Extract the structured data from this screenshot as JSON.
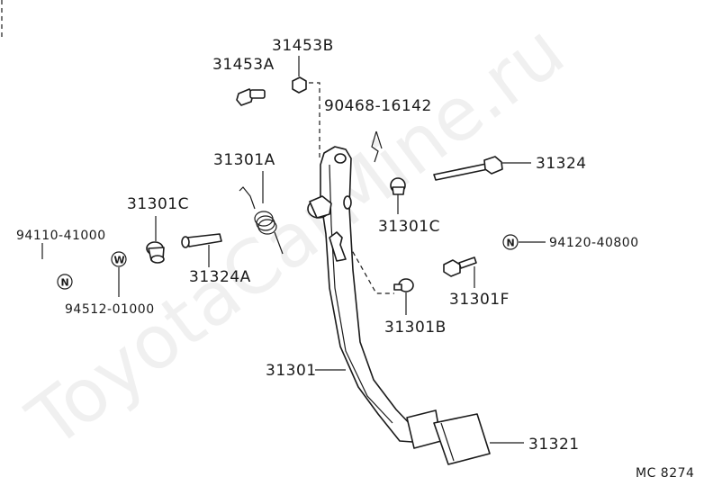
{
  "watermark": "ToyotaCarMine.ru",
  "diagram_code": "MC 8274",
  "labels": {
    "p31453B": "31453B",
    "p31453A": "31453A",
    "p90468": "90468-16142",
    "p31301A": "31301A",
    "p31324": "31324",
    "p31301C_left": "31301C",
    "p31301C_right": "31301C",
    "p94110": "94110-41000",
    "p94120": "94120-40800",
    "p31324A": "31324A",
    "p94512": "94512-01000",
    "p31301F": "31301F",
    "p31301B": "31301B",
    "p31301": "31301",
    "p31321": "31321"
  },
  "symbols": {
    "n_left": "N",
    "w_left": "W",
    "n_right": "N"
  }
}
